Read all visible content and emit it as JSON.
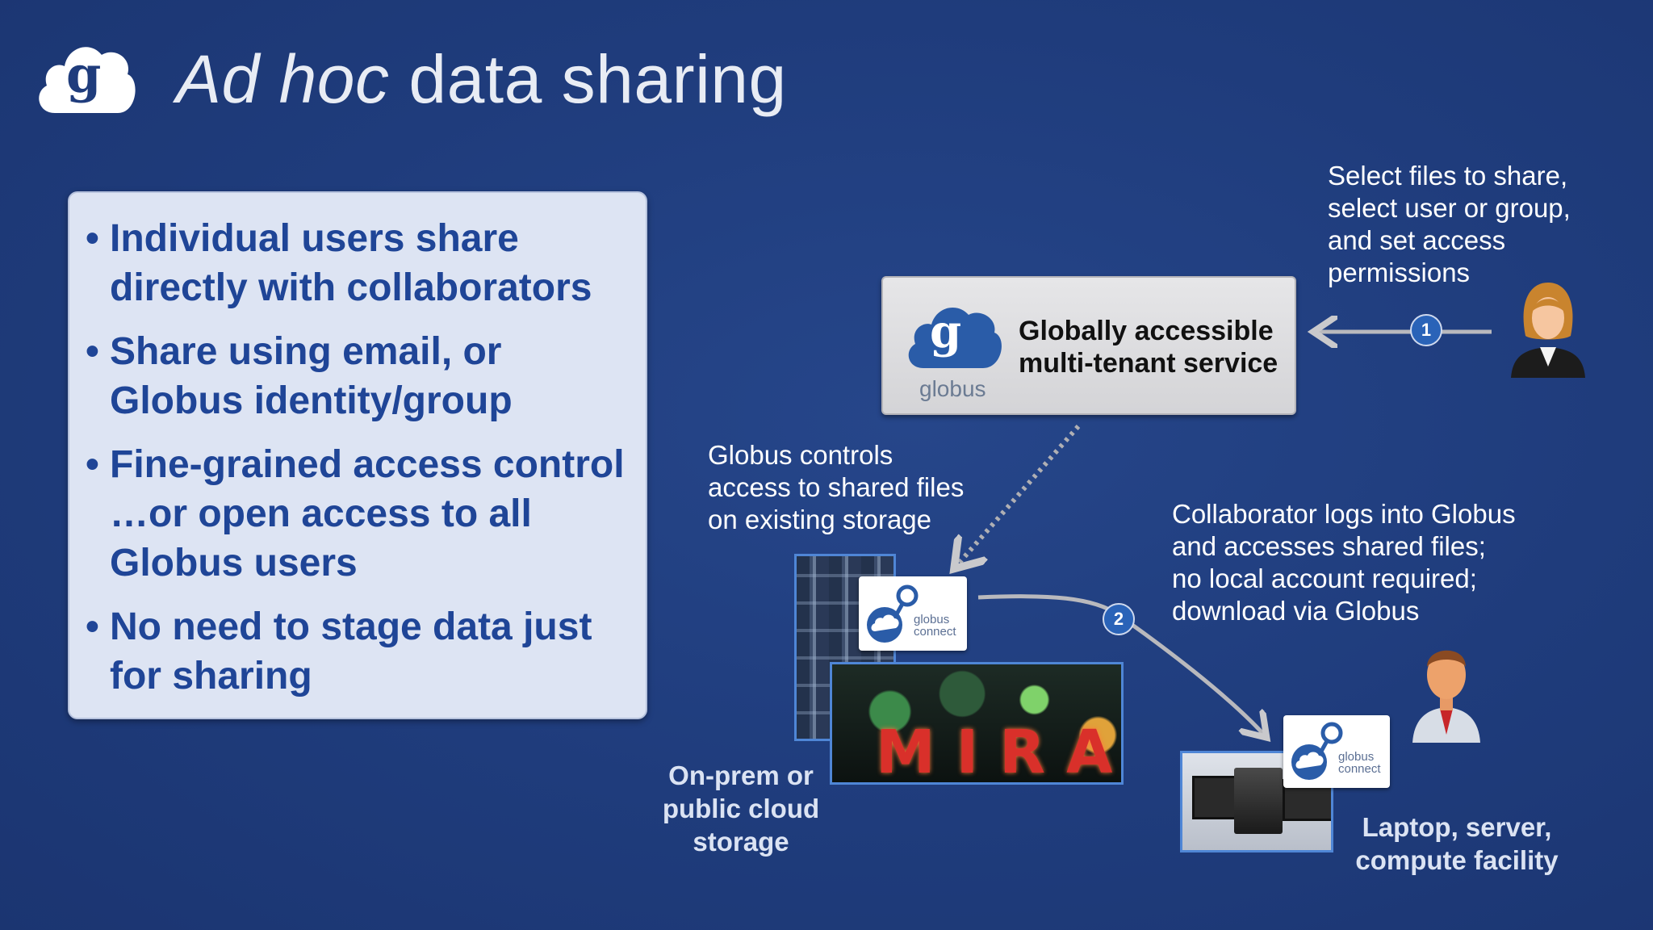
{
  "title": {
    "italic": "Ad hoc",
    "rest": " data sharing"
  },
  "bullets": [
    "Individual users share directly with collaborators",
    "Share using email, or Globus identity/group",
    "Fine-grained access control …or open access to all Globus users",
    "No need to stage data just for sharing"
  ],
  "service": {
    "logo_word": "globus",
    "line1": "Globally accessible",
    "line2": "multi-tenant service"
  },
  "notes": {
    "select": [
      "Select files to share,",
      "select user or group,",
      "and set access",
      "permissions"
    ],
    "controls": [
      "Globus controls",
      "access to shared files",
      "on existing storage"
    ],
    "collaborator": [
      "Collaborator logs into Globus",
      "and accesses shared files;",
      "no local account required;",
      "download via Globus"
    ]
  },
  "labels": {
    "storage": [
      "On-prem or",
      "public cloud",
      "storage"
    ],
    "laptop": [
      "Laptop, server,",
      "compute facility"
    ]
  },
  "badges": {
    "step1": "1",
    "step2": "2"
  },
  "images": {
    "mira": "MIRA",
    "connect_word1": "globus",
    "connect_word2": "connect"
  },
  "colors": {
    "background": "#1f3c7c",
    "bullet_text": "#1f4597",
    "badge": "#2a63b8",
    "frame": "#4f86d6"
  }
}
